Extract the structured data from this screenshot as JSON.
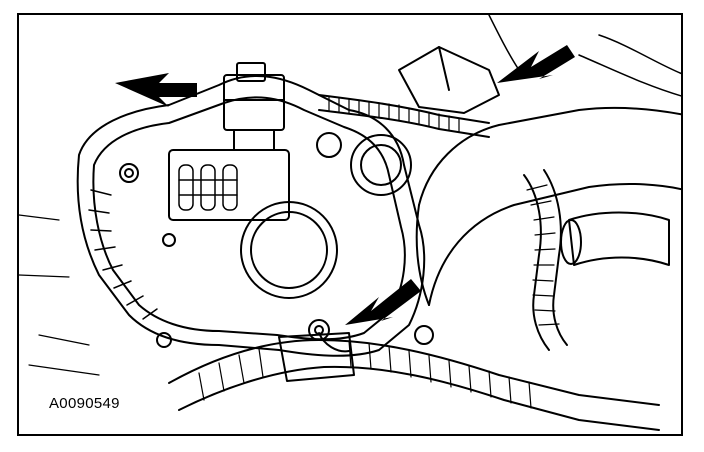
{
  "figure": {
    "label": "A0090549",
    "line_color": "#000000",
    "background": "#ffffff"
  },
  "callouts": [
    {
      "icon": "arrow-left-down"
    },
    {
      "icon": "arrow-left-down"
    },
    {
      "icon": "arrow-left-down"
    }
  ]
}
